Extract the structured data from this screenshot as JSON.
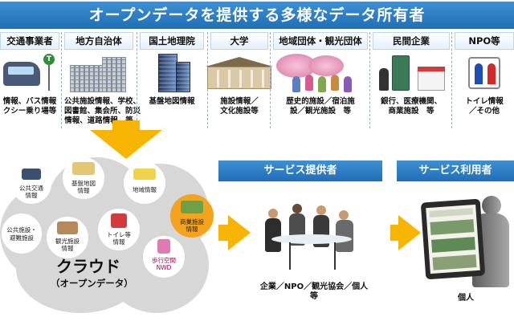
{
  "title": "オープンデータを提供する多様なデータ所有者",
  "owners": [
    {
      "label": "交通事業者",
      "desc1": "情報、バス情報",
      "desc2": "クシー乗り場等"
    },
    {
      "label": "地方自治体",
      "desc1": "公共施設情報、学校、",
      "desc2": "図書館、集会所、防災",
      "desc3": "情報、道路情報　等"
    },
    {
      "label": "国土地理院",
      "desc1": "基盤地図情報"
    },
    {
      "label": "大学",
      "desc1": "施設情報／",
      "desc2": "文化施設等"
    },
    {
      "label": "地域団体・観光団体",
      "desc1": "歴史的施設／宿泊施",
      "desc2": "設／観光施設　等"
    },
    {
      "label": "民間企業",
      "desc1": "銀行、医療機関、",
      "desc2": "商業施設　等"
    },
    {
      "label": "NPO等",
      "desc1": "トイレ情報",
      "desc2": "／その他"
    }
  ],
  "stop_sign": "T",
  "cloud": {
    "title": "クラウド",
    "subtitle": "（オープンデータ）",
    "bubbles": [
      {
        "label1": "公共交通",
        "label2": "情報"
      },
      {
        "label1": "基盤地図",
        "label2": "情報"
      },
      {
        "label1": "地域情報",
        "label2": ""
      },
      {
        "label1": "商業施設",
        "label2": "情報"
      },
      {
        "label1": "公共施設・",
        "label2": "避難施設"
      },
      {
        "label1": "観光施設",
        "label2": "情報"
      },
      {
        "label1": "トイレ等",
        "label2": "情報"
      },
      {
        "label1": "歩行空間",
        "label2": "NWD"
      }
    ]
  },
  "provider": {
    "heading": "サービス提供者",
    "label1": "企業／NPO／観光協会／個人",
    "label2": "等"
  },
  "user": {
    "heading": "サービス利用者",
    "label": "個人"
  },
  "colors": {
    "banner": "#1f6fb8",
    "arrow": "#f7b400",
    "cloud": "#d7d7d7"
  }
}
